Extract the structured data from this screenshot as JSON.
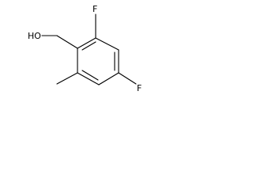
{
  "molecule": {
    "atom_labels": {
      "hydroxyl": "HO",
      "fluorine_top": "F",
      "fluorine_right": "F"
    },
    "colors": {
      "bond": "#000000",
      "label": "#000000",
      "background": "#ffffff"
    }
  }
}
